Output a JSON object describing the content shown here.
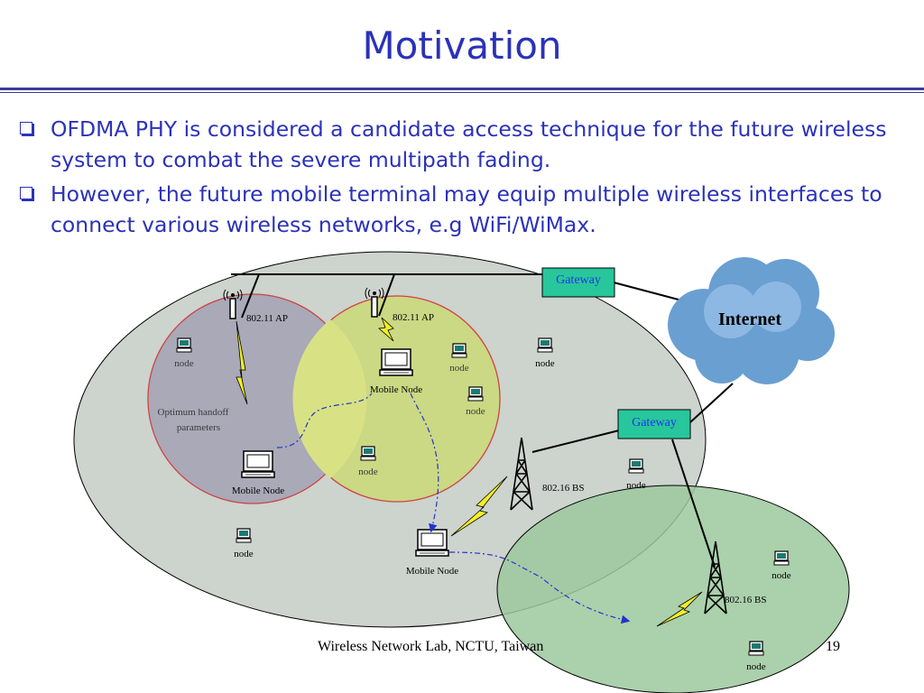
{
  "title": "Motivation",
  "bullets": [
    "OFDMA PHY is considered a candidate access technique for the future wireless system to combat the severe multipath fading.",
    "However, the future mobile terminal may equip multiple wireless interfaces to connect various wireless networks, e.g WiFi/WiMax."
  ],
  "diagram": {
    "gateway_top": "Gateway",
    "gateway_mid": "Gateway",
    "internet": "Internet",
    "ap_left": "802.11 AP",
    "ap_right": "802.11 AP",
    "bs_upper": "802.16 BS",
    "bs_lower": "802.16 BS",
    "mobile_node": "Mobile Node",
    "node": "node",
    "handoff_line1": "Optimum handoff",
    "handoff_line2": "parameters"
  },
  "footer": {
    "text": "Wireless Network Lab, NCTU, Taiwan",
    "page": "19"
  },
  "colors": {
    "title": "#2b32b8",
    "big_ellipse": "#cdd3cd",
    "wifi_left": "#a9a9b8",
    "wifi_right": "#c9d96b",
    "wimax_ellipse": "#9cc89e",
    "gateway_fill": "#27c79b",
    "cloud": "#6a9fd2"
  }
}
